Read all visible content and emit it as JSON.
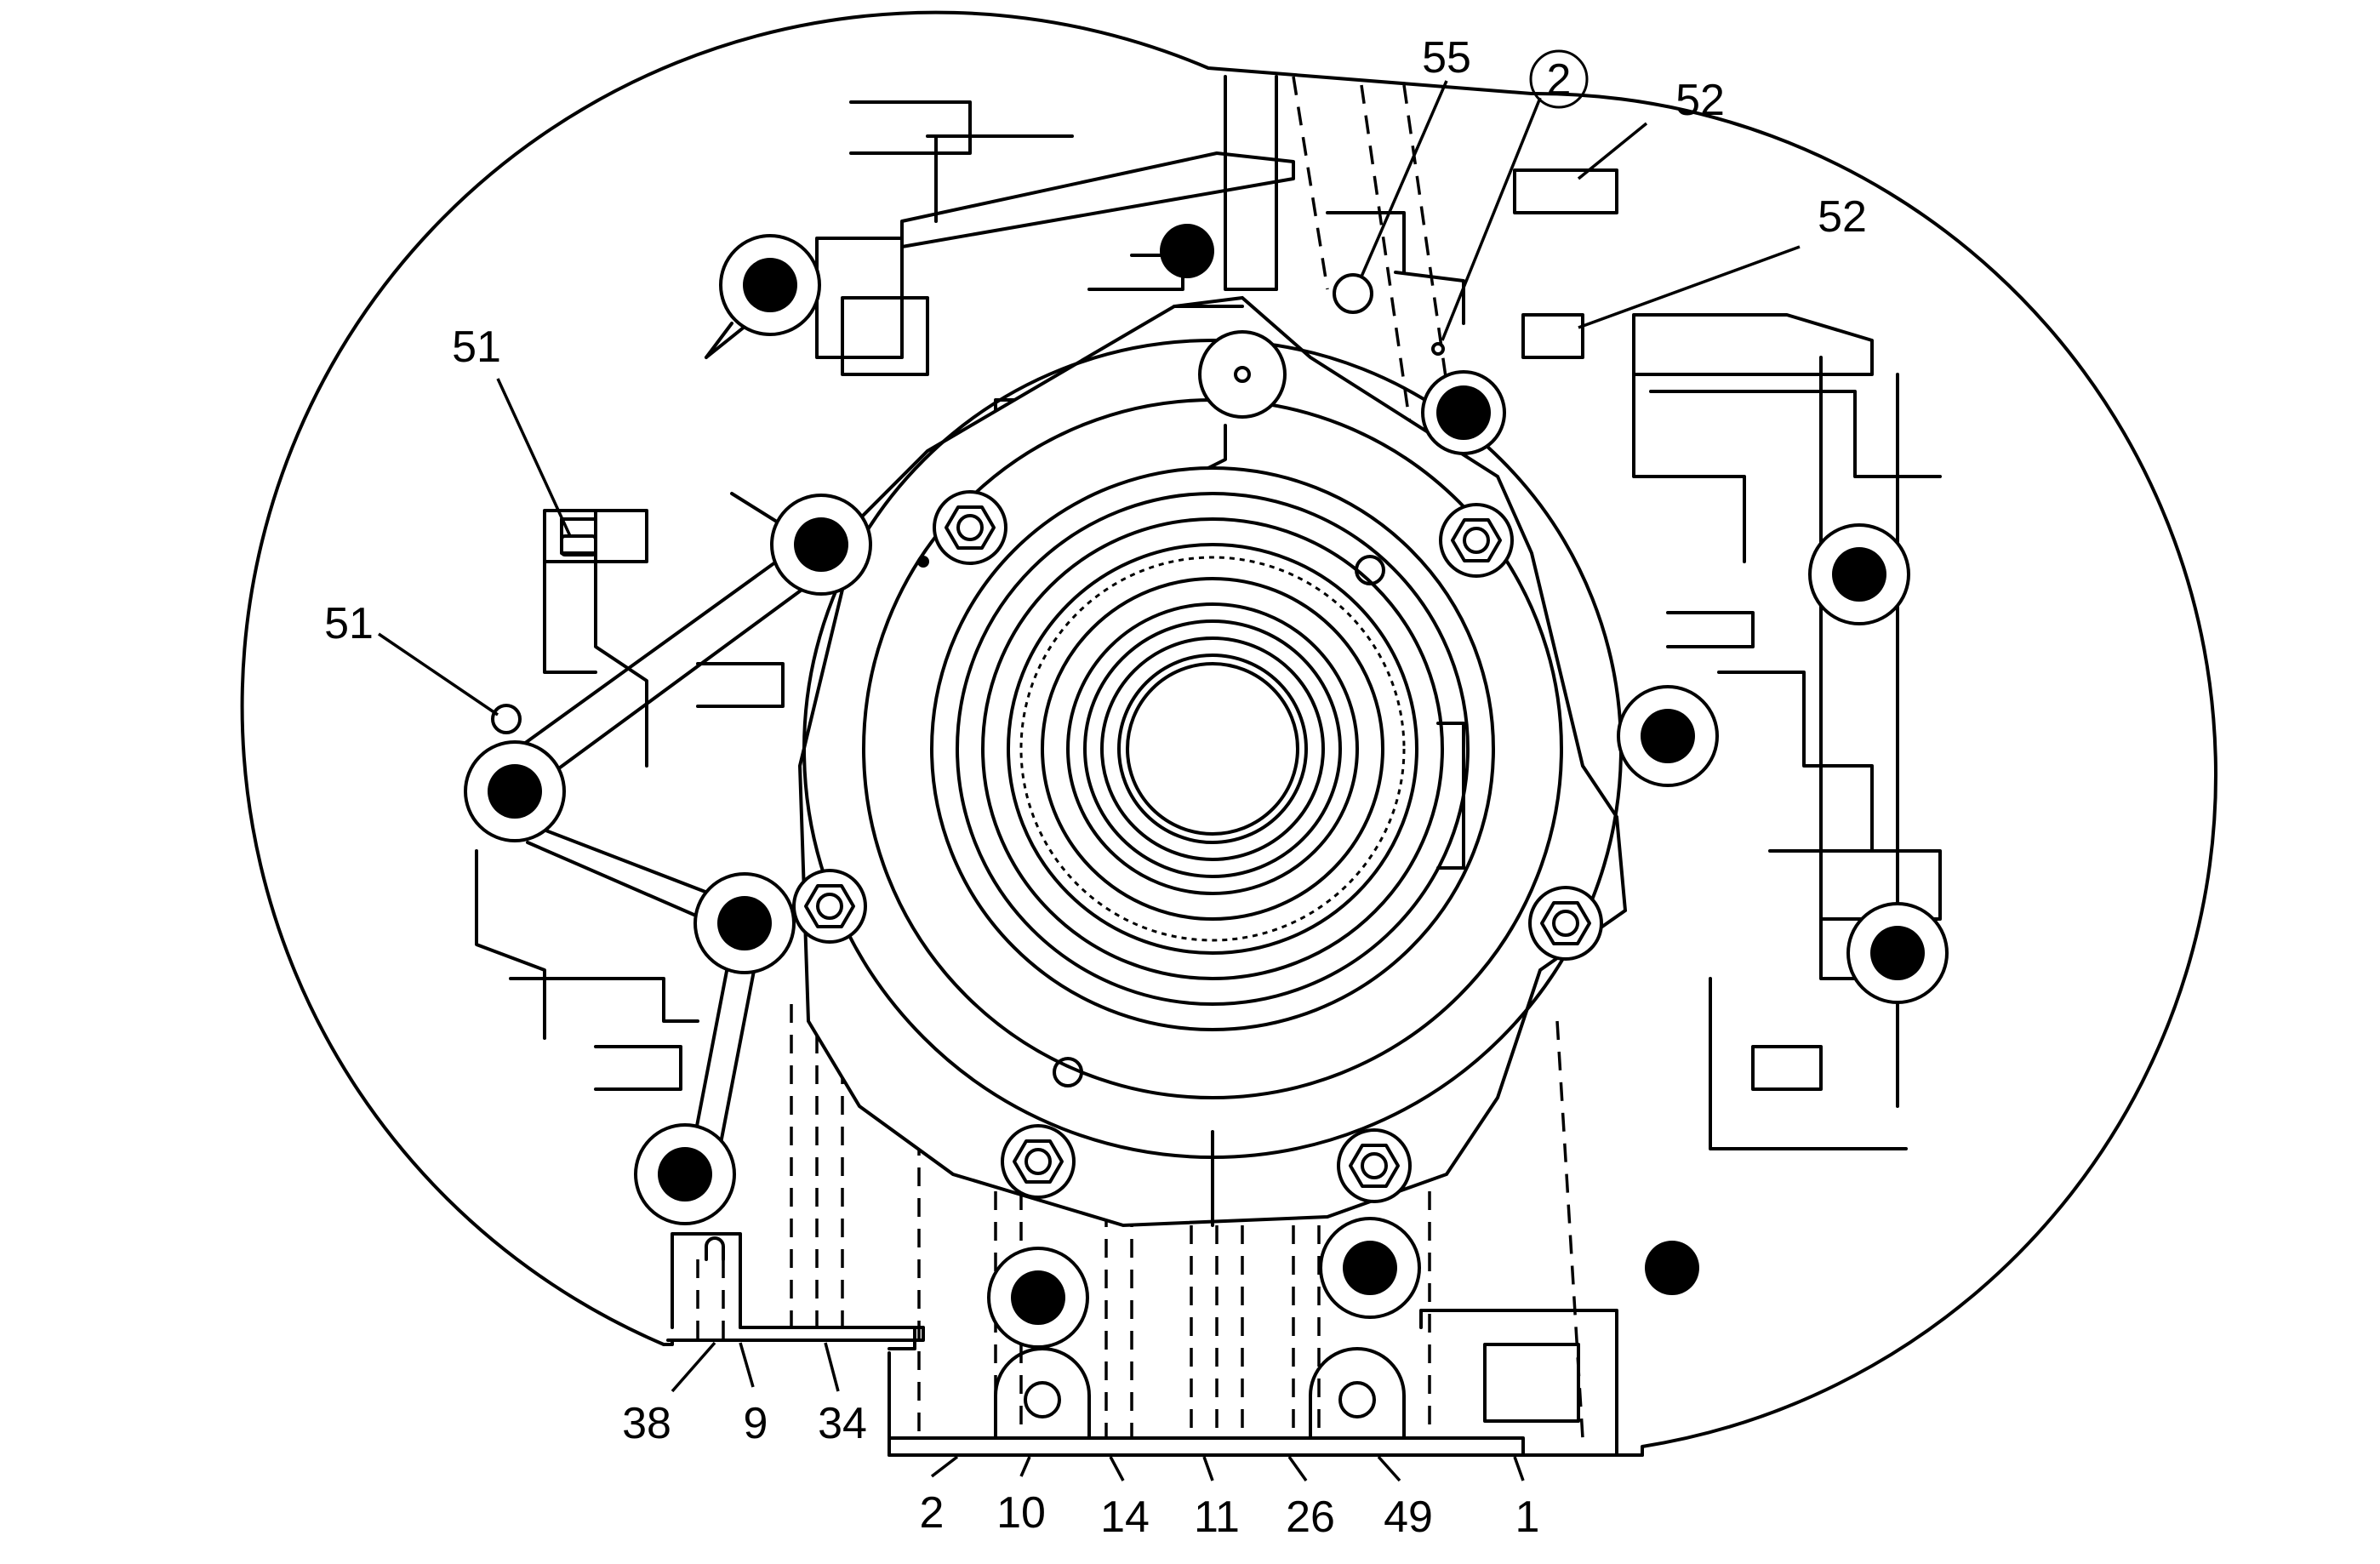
{
  "diagram": {
    "callouts": [
      {
        "id": "c55",
        "text": "55"
      },
      {
        "id": "c2top",
        "text": "2",
        "circled": true
      },
      {
        "id": "c52a",
        "text": "52"
      },
      {
        "id": "c52b",
        "text": "52"
      },
      {
        "id": "c51a",
        "text": "51"
      },
      {
        "id": "c51b",
        "text": "51"
      },
      {
        "id": "c38",
        "text": "38"
      },
      {
        "id": "c9",
        "text": "9"
      },
      {
        "id": "c34",
        "text": "34"
      },
      {
        "id": "c2",
        "text": "2"
      },
      {
        "id": "c10",
        "text": "10"
      },
      {
        "id": "c14",
        "text": "14"
      },
      {
        "id": "c11",
        "text": "11"
      },
      {
        "id": "c26",
        "text": "26"
      },
      {
        "id": "c49",
        "text": "49"
      },
      {
        "id": "c1",
        "text": "1"
      }
    ]
  }
}
